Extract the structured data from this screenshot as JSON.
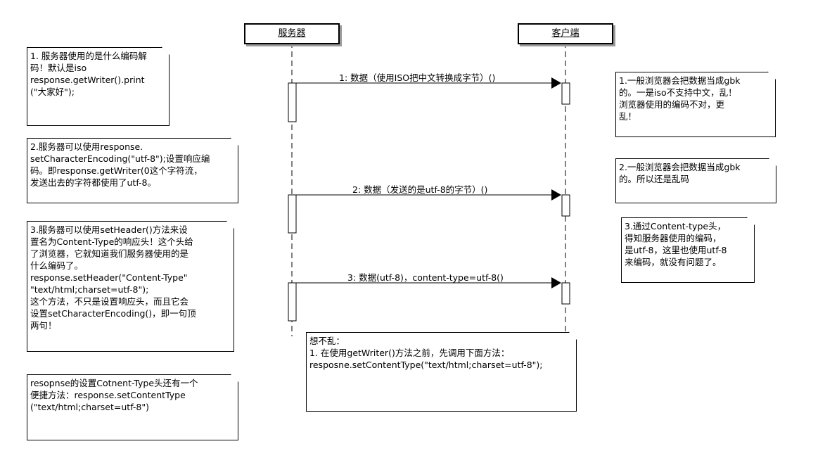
{
  "participants": {
    "server": "服务器",
    "client": "客户端"
  },
  "messages": [
    "1: 数据（使用ISO把中文转换成字节）()",
    "2: 数据（发送的是utf-8的字节）()",
    "3: 数据(utf-8)，content-type=utf-8()"
  ],
  "notes": {
    "left_1": [
      "1. 服务器使用的是什么编码解",
      "码！默认是iso",
      "response.getWriter().print",
      "(\"大家好\");"
    ],
    "left_2": [
      "2.服务器可以使用response.",
      "setCharacterEncoding(\"utf-8\");设置响应编",
      "码。即response.getWriter(0这个字符流，",
      "发送出去的字符都使用了utf-8。"
    ],
    "left_3": [
      "3.服务器可以使用setHeader()方法来设",
      "置名为Content-Type的响应头！这个头给",
      "了浏览器，它就知道我们服务器使用的是",
      "什么编码了。",
      "response.setHeader(\"Content-Type\"",
      "\"text/html;charset=utf-8\");",
      "这个方法，不只是设置响应头，而且它会",
      "设置setCharacterEncoding()，即一句顶",
      "两句！"
    ],
    "left_4": [
      "resopnse的设置Cotnent-Type头还有一个",
      "便捷方法：response.setContentType",
      "(\"text/html;charset=utf-8\")"
    ],
    "bottom": [
      "想不乱：",
      "1. 在使用getWriter()方法之前，先调用下面方法：",
      "resposne.setContentType(\"text/html;charset=utf-8\");"
    ],
    "right_1": [
      "1.一般浏览器会把数据当成gbk",
      "的。一是iso不支持中文，乱！",
      "浏览器使用的编码不对，更",
      "乱！"
    ],
    "right_2": [
      "2.一般浏览器会把数据当成gbk",
      "的。所以还是乱码"
    ],
    "right_3": [
      "3.通过Content-type头，",
      "得知服务器使用的编码，",
      "是utf-8，这里也使用utf-8",
      "来编码，就没有问题了。"
    ]
  }
}
